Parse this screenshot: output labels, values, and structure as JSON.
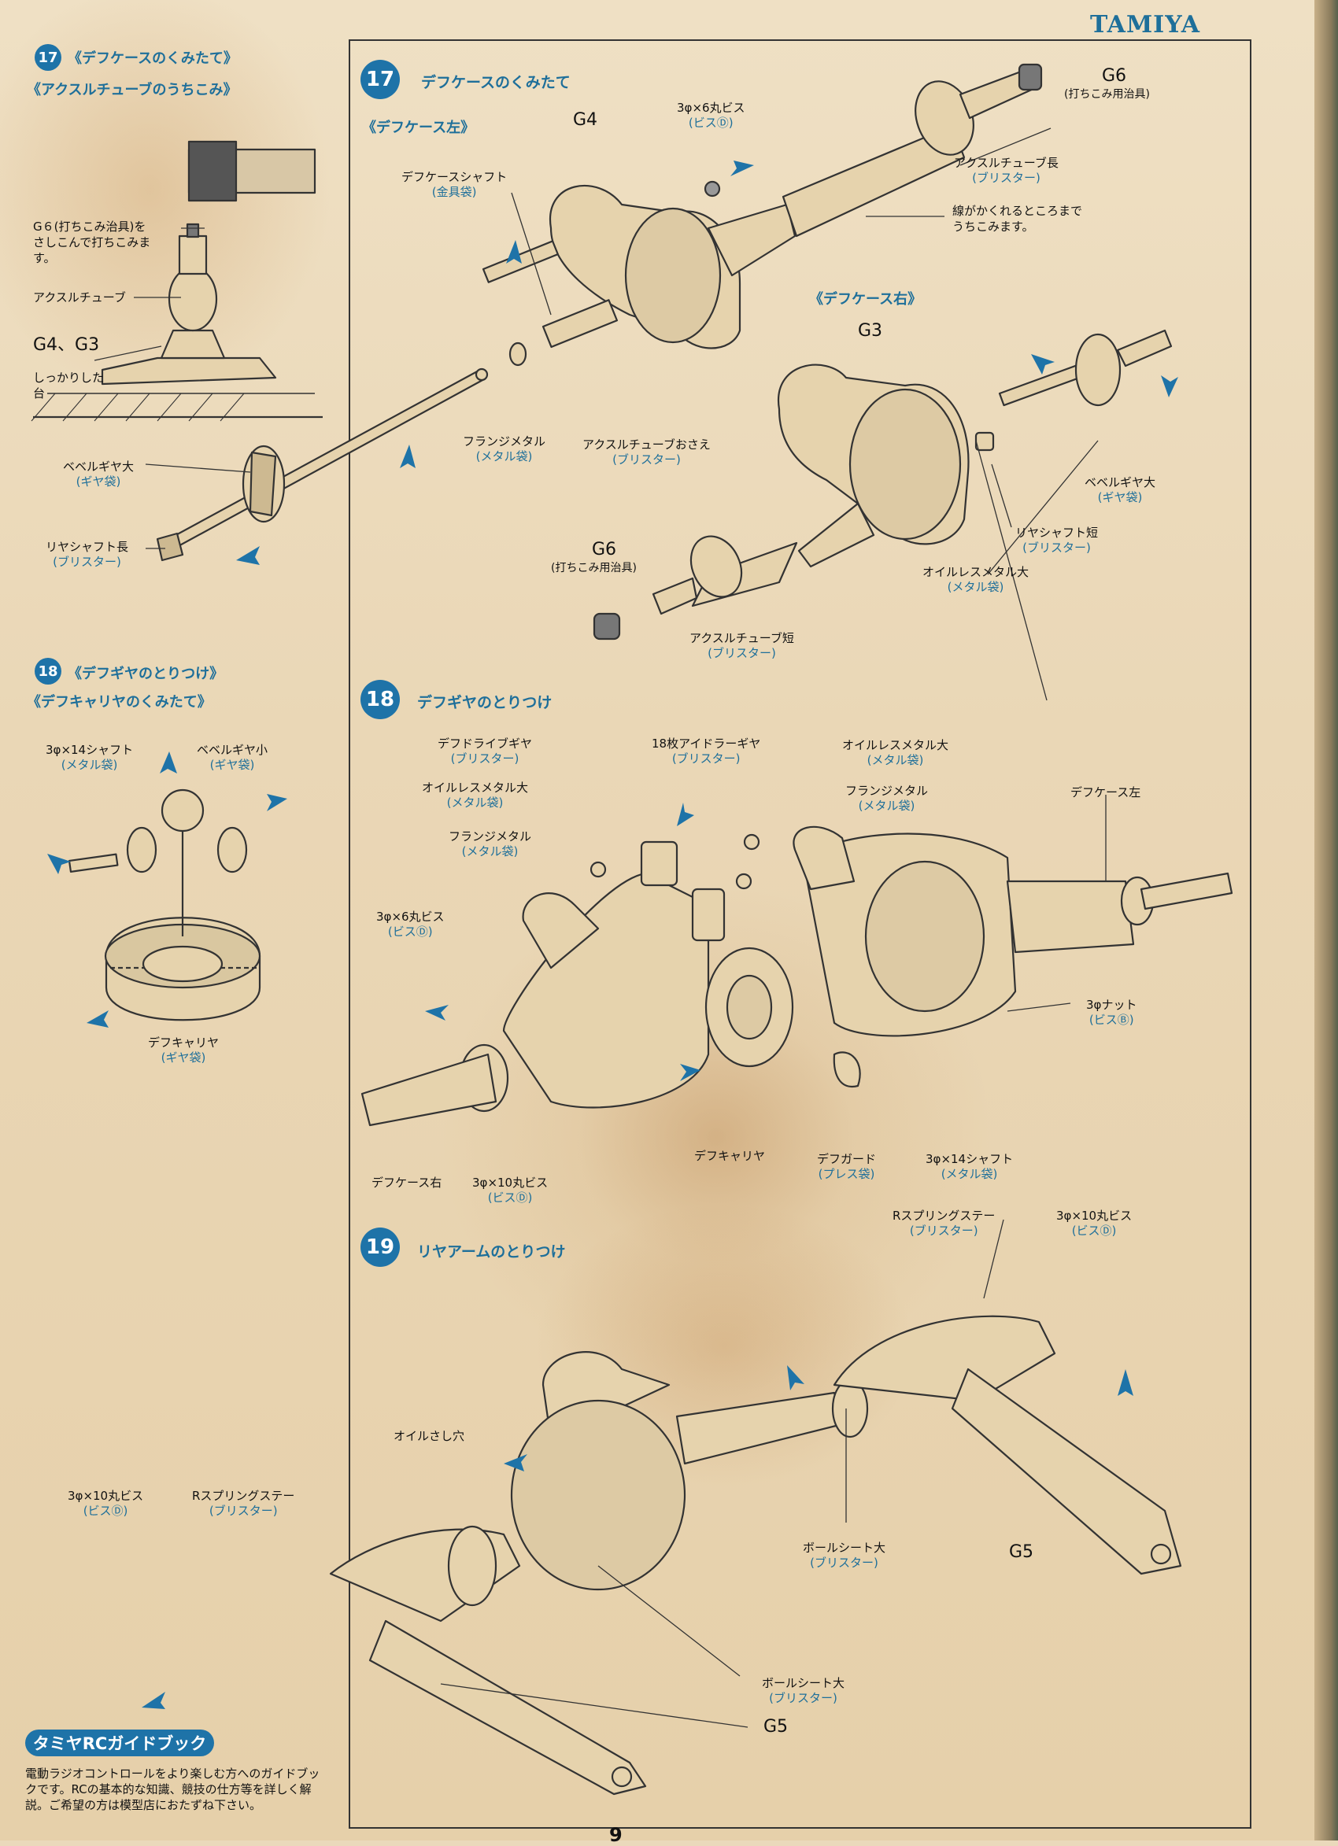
{
  "brand": "TAMIYA",
  "page_number": "9",
  "side": {
    "s17": {
      "num": "17",
      "title": "《デフケースのくみたて》",
      "subtitle": "《アクスルチューブのうちこみ》"
    },
    "labels": {
      "g6_note": "G６(打ちこみ治具)を\nさしこんで打ちこみま\nす。",
      "axle_tube": "アクスルチューブ",
      "g4g3": "G4、G3",
      "stand": "しっかりした\n台",
      "bevel_big_n": "ベベルギヤ大",
      "bevel_big_b": "(ギヤ袋)",
      "rear_shaft_n": "リヤシャフト長",
      "rear_shaft_b": "(ブリスター)"
    },
    "s18": {
      "num": "18",
      "title": "《デフギヤのとりつけ》",
      "subtitle": "《デフキャリヤのくみたて》"
    },
    "labels18": {
      "shaft_n": "3φ×14シャフト",
      "shaft_b": "(メタル袋)",
      "bevel_small_n": "ベベルギヤ小",
      "bevel_small_b": "(ギヤ袋)",
      "carrier_n": "デフキャリヤ",
      "carrier_b": "(ギヤ袋)"
    },
    "guide_button": "タミヤRCガイドブック",
    "guide_text": "電動ラジオコントロールをより楽しむ方へのガイドブックです。RCの基本的な知識、競技の仕方等を詳しく解説。ご希望の方は模型店におたずね下さい。"
  },
  "main": {
    "s17": {
      "num": "17",
      "title": "デフケースのくみたて",
      "left_caption": "《デフケース左》",
      "right_caption": "《デフケース右》"
    },
    "l17": {
      "g4": "G4",
      "g6a": "G6",
      "g6a_note": "(打ちこみ用治具)",
      "screw6_n": "3φ×6丸ビス",
      "screw6_b": "(ビスⒹ)",
      "case_shaft_n": "デフケースシャフト",
      "case_shaft_b": "(金具袋)",
      "axle_long_n": "アクスルチューブ長",
      "axle_long_b": "(ブリスター)",
      "hide_note": "線がかくれるところまで\nうちこみます。",
      "flange_n": "フランジメタル",
      "flange_b": "(メタル袋)",
      "axle_holder_n": "アクスルチューブおさえ",
      "axle_holder_b": "(ブリスター)",
      "g3": "G3",
      "bevel_big_n": "ベベルギヤ大",
      "bevel_big_b": "(ギヤ袋)",
      "rear_short_n": "リヤシャフト短",
      "rear_short_b": "(ブリスター)",
      "oilless_n": "オイルレスメタル大",
      "oilless_b": "(メタル袋)",
      "g6b": "G6",
      "g6b_note": "(打ちこみ用治具)",
      "axle_short_n": "アクスルチューブ短",
      "axle_short_b": "(ブリスター)"
    },
    "s18": {
      "num": "18",
      "title": "デフギヤのとりつけ"
    },
    "l18": {
      "drive_gear_n": "デフドライブギヤ",
      "drive_gear_b": "(ブリスター)",
      "idler_n": "18枚アイドラーギヤ",
      "idler_b": "(ブリスター)",
      "oilless_r_n": "オイルレスメタル大",
      "oilless_r_b": "(メタル袋)",
      "oilless_l_n": "オイルレスメタル大",
      "oilless_l_b": "(メタル袋)",
      "flange_r_n": "フランジメタル",
      "flange_r_b": "(メタル袋)",
      "flange_l_n": "フランジメタル",
      "flange_l_b": "(メタル袋)",
      "case_left": "デフケース左",
      "screw6_n": "3φ×6丸ビス",
      "screw6_b": "(ビスⒹ)",
      "nut_n": "3φナット",
      "nut_b": "(ビスⒷ)",
      "case_right": "デフケース右",
      "screw10_n": "3φ×10丸ビス",
      "screw10_b": "(ビスⒹ)",
      "carrier": "デフキャリヤ",
      "guard_n": "デフガード",
      "guard_b": "(プレス袋)",
      "shaft_n": "3φ×14シャフト",
      "shaft_b": "(メタル袋)"
    },
    "s19": {
      "num": "19",
      "title": "リヤアームのとりつけ"
    },
    "l19": {
      "spring_r_n": "Rスプリングステー",
      "spring_r_b": "(ブリスター)",
      "screw10_r_n": "3φ×10丸ビス",
      "screw10_r_b": "(ビスⒹ)",
      "oil_hole": "オイルさし穴",
      "screw10_l_n": "3φ×10丸ビス",
      "screw10_l_b": "(ビスⒹ)",
      "spring_l_n": "Rスプリングステー",
      "spring_l_b": "(ブリスター)",
      "ball_r_n": "ボールシート大",
      "ball_r_b": "(ブリスター)",
      "g5a": "G5",
      "ball_l_n": "ボールシート大",
      "ball_l_b": "(ブリスター)",
      "g5b": "G5"
    }
  },
  "colors": {
    "accent": "#1e73a8",
    "paper": "#ead9bb",
    "ink": "#333333"
  }
}
